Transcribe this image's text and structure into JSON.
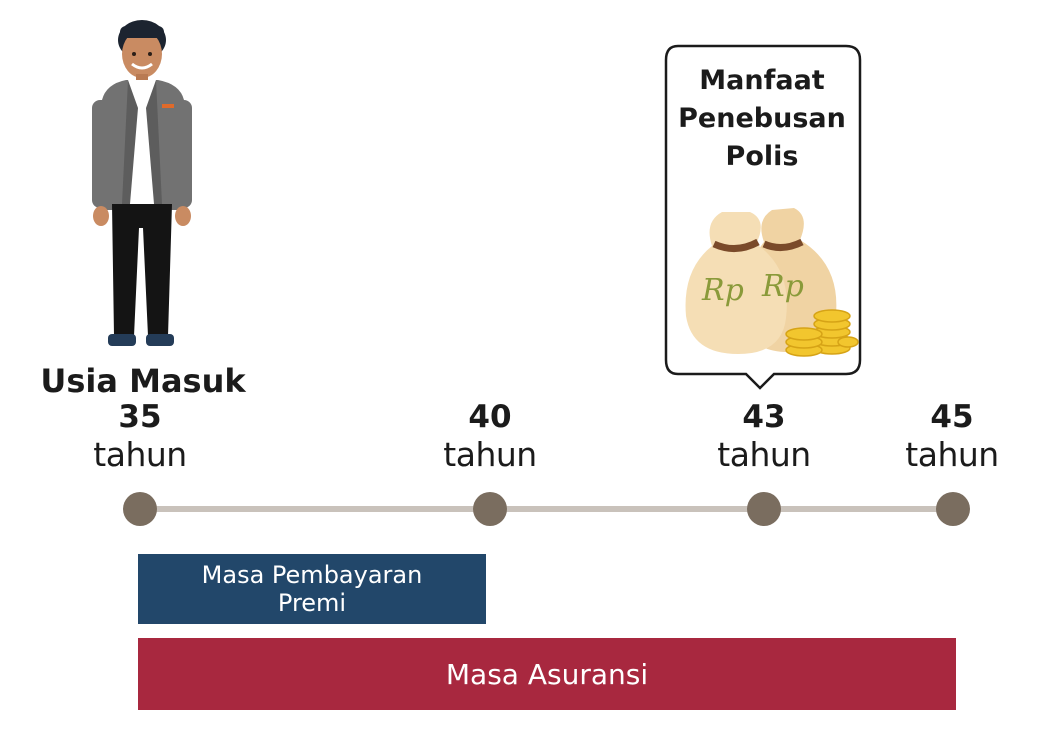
{
  "entry_label": "Usia Masuk",
  "ages": [
    {
      "num": "35",
      "unit": "tahun"
    },
    {
      "num": "40",
      "unit": "tahun"
    },
    {
      "num": "43",
      "unit": "tahun"
    },
    {
      "num": "45",
      "unit": "tahun"
    }
  ],
  "callout": {
    "lines": [
      "Manfaat",
      "Penebusan",
      "Polis"
    ],
    "bag_label": "Rp"
  },
  "bars": {
    "premium_lines": [
      "Masa Pembayaran",
      "Premi"
    ],
    "insurance": "Masa Asuransi"
  },
  "colors": {
    "premium_bar": "#22476a",
    "insurance_bar": "#a8283f",
    "timeline_dot": "#7a6d5f",
    "timeline_line": "#c9c2bb"
  }
}
